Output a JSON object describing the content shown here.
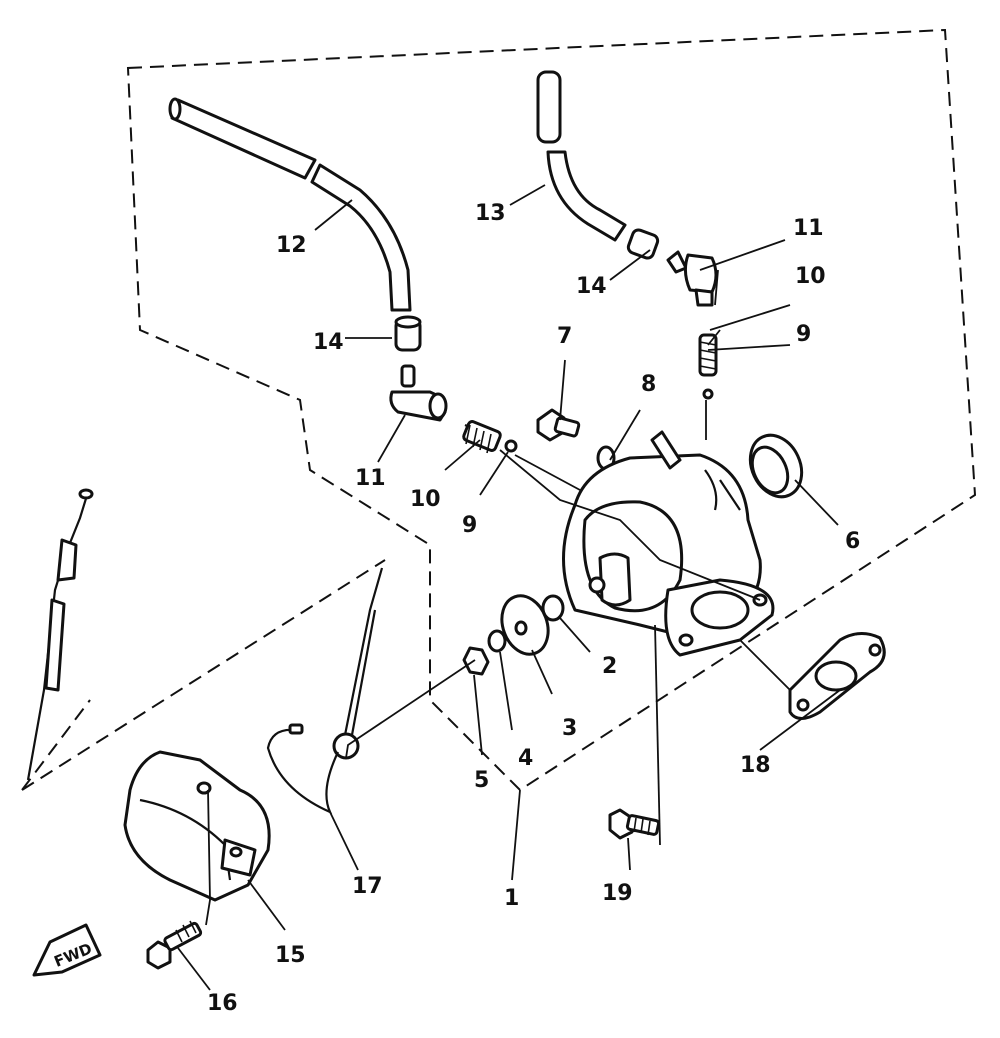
{
  "diagram": {
    "fwd_label": "FWD",
    "callouts": [
      {
        "id": "c1",
        "text": "1"
      },
      {
        "id": "c2",
        "text": "2"
      },
      {
        "id": "c3",
        "text": "3"
      },
      {
        "id": "c4",
        "text": "4"
      },
      {
        "id": "c5",
        "text": "5"
      },
      {
        "id": "c6",
        "text": "6"
      },
      {
        "id": "c7",
        "text": "7"
      },
      {
        "id": "c8",
        "text": "8"
      },
      {
        "id": "c9a",
        "text": "9"
      },
      {
        "id": "c9b",
        "text": "9"
      },
      {
        "id": "c10a",
        "text": "10"
      },
      {
        "id": "c10b",
        "text": "10"
      },
      {
        "id": "c11a",
        "text": "11"
      },
      {
        "id": "c11b",
        "text": "11"
      },
      {
        "id": "c12",
        "text": "12"
      },
      {
        "id": "c13",
        "text": "13"
      },
      {
        "id": "c14a",
        "text": "14"
      },
      {
        "id": "c14b",
        "text": "14"
      },
      {
        "id": "c15",
        "text": "15"
      },
      {
        "id": "c16",
        "text": "16"
      },
      {
        "id": "c17",
        "text": "17"
      },
      {
        "id": "c18",
        "text": "18"
      },
      {
        "id": "c19",
        "text": "19"
      }
    ]
  }
}
